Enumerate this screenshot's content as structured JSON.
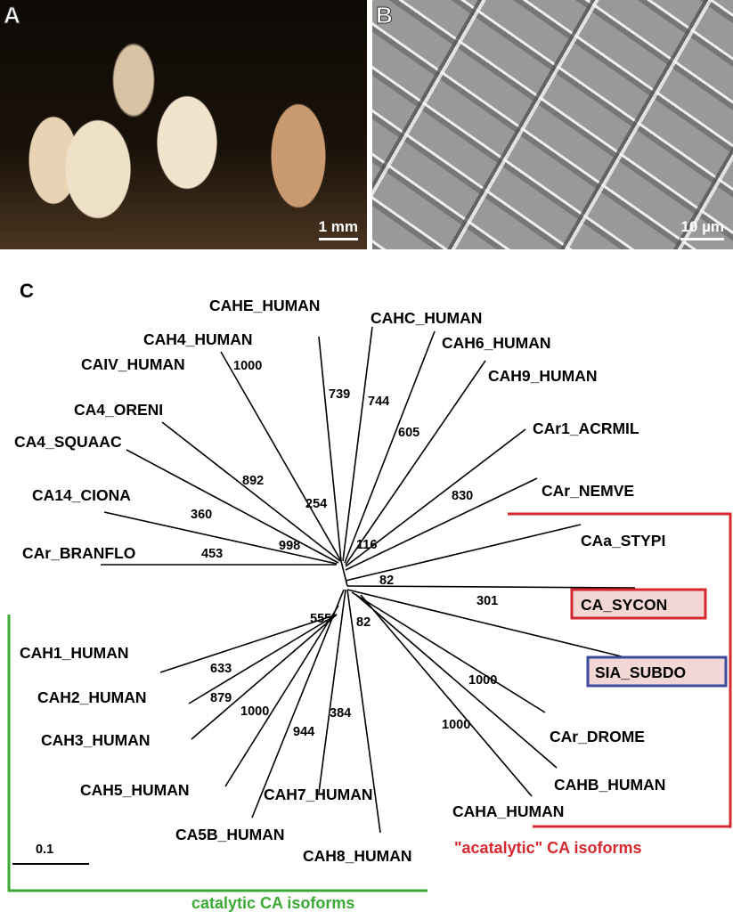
{
  "panels": {
    "a": {
      "label": "A",
      "scale": "1 mm"
    },
    "b": {
      "label": "B",
      "scale": "10 µm"
    },
    "c": {
      "label": "C"
    }
  },
  "tree": {
    "leaves": [
      "CAHE_HUMAN",
      "CAHC_HUMAN",
      "CAH6_HUMAN",
      "CAH9_HUMAN",
      "CAr1_ACRMIL",
      "CAr_NEMVE",
      "CAa_STYPI",
      "CA_SYCON",
      "SIA_SUBDO",
      "CAr_DROME",
      "CAHB_HUMAN",
      "CAHA_HUMAN",
      "CAH8_HUMAN",
      "CAH7_HUMAN",
      "CA5B_HUMAN",
      "CAH5_HUMAN",
      "CAH3_HUMAN",
      "CAH2_HUMAN",
      "CAH1_HUMAN",
      "CAr_BRANFLO",
      "CA14_CIONA",
      "CA4_SQUAAC",
      "CA4_ORENI",
      "CAIV_HUMAN",
      "CAH4_HUMAN"
    ],
    "bootstrap": [
      "1000",
      "739",
      "744",
      "605",
      "830",
      "892",
      "254",
      "360",
      "998",
      "453",
      "116",
      "82",
      "301",
      "555",
      "82",
      "633",
      "879",
      "1000",
      "944",
      "384",
      "1000",
      "1000"
    ],
    "scale_bar": "0.1",
    "groups": {
      "acatalytic": "\"acatalytic\" CA isoforms",
      "catalytic": "catalytic CA isoforms"
    }
  },
  "colors": {
    "acatalytic": "#d7282f",
    "catalytic": "#3aaa35",
    "sycon_box": "#d7282f",
    "subdo_box": "#3b4a9c",
    "box_fill": "#f2d7d5"
  }
}
